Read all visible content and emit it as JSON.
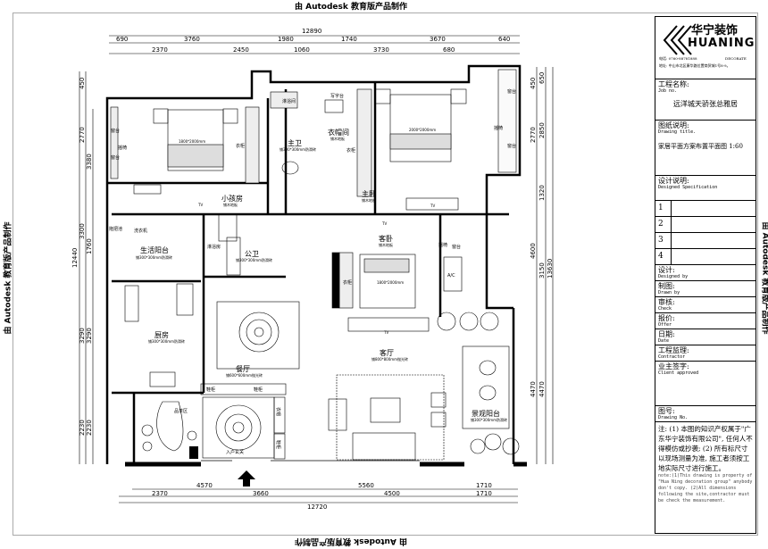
{
  "watermark": "由 Autodesk 教育版产品制作",
  "dimensions": {
    "top_total": "12890",
    "top_row1": [
      "690",
      "3760",
      "1980",
      "1740",
      "3670",
      "640"
    ],
    "top_row2": [
      "2370",
      "2450",
      "1060",
      "3730",
      "680"
    ],
    "left_total": "12440",
    "left_row1": [
      "450",
      "2770",
      "3300",
      "3290",
      "2230"
    ],
    "left_row2": [
      "3380",
      "1760",
      "3290",
      "2230"
    ],
    "right_row1": [
      "450",
      "2770",
      "4600",
      "4470"
    ],
    "right_row2": [
      "650",
      "2850",
      "1320",
      "3150",
      "4470"
    ],
    "right_total": "13630",
    "bottom_row1": [
      "4570",
      "5560",
      "1710"
    ],
    "bottom_row2": [
      "2370",
      "3660",
      "4500",
      "1710"
    ],
    "bottom_total": "12720"
  },
  "rooms": {
    "kid_room": {
      "name": "小孩房",
      "floor": "铺木地板"
    },
    "shower": "淋浴间",
    "master_bath": {
      "name": "主卫",
      "floor": "铺300*300mm防滑砖"
    },
    "desk": "写字台",
    "cloakroom": {
      "name": "衣帽间",
      "floor": "铺木地板"
    },
    "master_bedroom": {
      "name": "主卧",
      "floor": "铺木地板"
    },
    "mop_sink": "拖把池",
    "washer": "洗衣机",
    "utility_balcony": {
      "name": "生活阳台",
      "floor": "铺300*300mm防滑砖"
    },
    "shower_room": "淋浴房",
    "public_bath": {
      "name": "公卫",
      "floor": "铺300*300mm防滑砖"
    },
    "guest_bedroom": {
      "name": "客卧",
      "floor": "铺木地板"
    },
    "kitchen": {
      "name": "厨房",
      "floor": "铺300*300mm防滑砖"
    },
    "dining": {
      "name": "餐厅",
      "floor": "铺600*600mm抛光砖"
    },
    "living": {
      "name": "客厅",
      "floor": "铺800*800mm抛光砖"
    },
    "view_balcony": {
      "name": "景观阳台",
      "floor": "铺300*300mm防滑砖"
    },
    "tea_area": "品茶区",
    "entrance": "入户玄关"
  },
  "furniture": {
    "bed_kid": "1800*2000mm",
    "bed_master": "2000*2000mm",
    "bed_guest": "1800*2000mm",
    "tv": "TV",
    "wardrobe": "衣柜",
    "window_sill": "窗台",
    "rocking_chair": "摇椅",
    "ac": "A/C",
    "shoe_cabinet": "鞋柜",
    "coat_cabinet": "衣帽"
  },
  "title_block": {
    "logo_cn": "华宁装饰",
    "logo_en": "HUANING",
    "logo_sub": "DECORATE",
    "phone": "电话: 0760-88781888",
    "address": "地址: 中山市北区康华路位置商贸城1号8-9。",
    "job_label": "工程名称:",
    "job_label_en": "Job  no.",
    "job_value": "远洋城天骄张总雅居",
    "drawing_label": "图纸说明:",
    "drawing_label_en": "Drawing title.",
    "drawing_value": "家居平面方案布置平面图 1:60",
    "spec_label": "设计说明:",
    "spec_label_en": "Designed Specification",
    "rows": [
      "1",
      "2",
      "3",
      "4"
    ],
    "designed": "设计:",
    "designed_en": "Designed by",
    "drawn": "制图:",
    "drawn_en": "Drawn by",
    "check": "审核:",
    "check_en": "Check",
    "offer": "报价:",
    "offer_en": "Offer",
    "date": "日期:",
    "date_en": "Date",
    "contractor": "工程监理:",
    "contractor_en": "Contractor",
    "client": "业主签字:",
    "client_en": "Client approved",
    "drawing_no": "图号:",
    "drawing_no_en": "Drawing No.",
    "note_cn": "注: (1) 本图的知识产权属于\"广东华宁装饰有限公司\", 任何人不得模仿或抄袭; (2) 所有标尺寸以现场测量为准, 施工者须按工地实际尺寸进行施工。",
    "note_en": "note:(1)This drawing is property of \"Hua Ning decoration group\" anybody don't copy. (2)All dimensions following the site,contractor must be check the measurement."
  }
}
